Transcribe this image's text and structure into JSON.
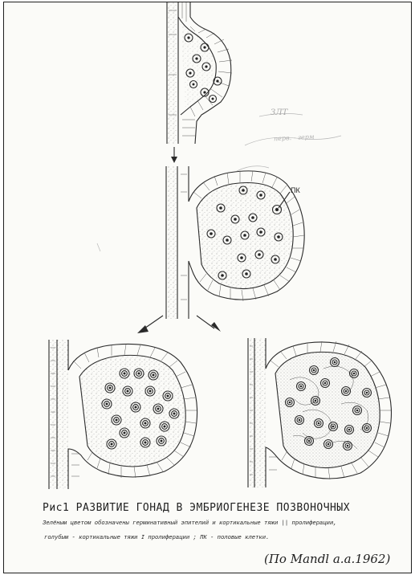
{
  "figure": {
    "caption_title": "Рис1  РАЗВИТИЕ  ГОНАД   В  ЭМБРИОГЕНЕЗЕ ПОЗВОНОЧНЫХ",
    "caption_line2": "Зелёным цветом обозначены герминативный эпителий и кортикальные тяжи || пролиферации,",
    "caption_line3": "голубым - кортикальные тяжи I пролиферации ; ПК - половые клетки.",
    "source": "(По Mandl a.a.1962)",
    "label_pk": "ПК",
    "pencil_note_1": "ЗЛТ",
    "pencil_note_2": "перв. - герм"
  },
  "colors": {
    "paper": "#fbfbf8",
    "ink": "#2a2a2a",
    "pencil": "#b8b8b8"
  }
}
